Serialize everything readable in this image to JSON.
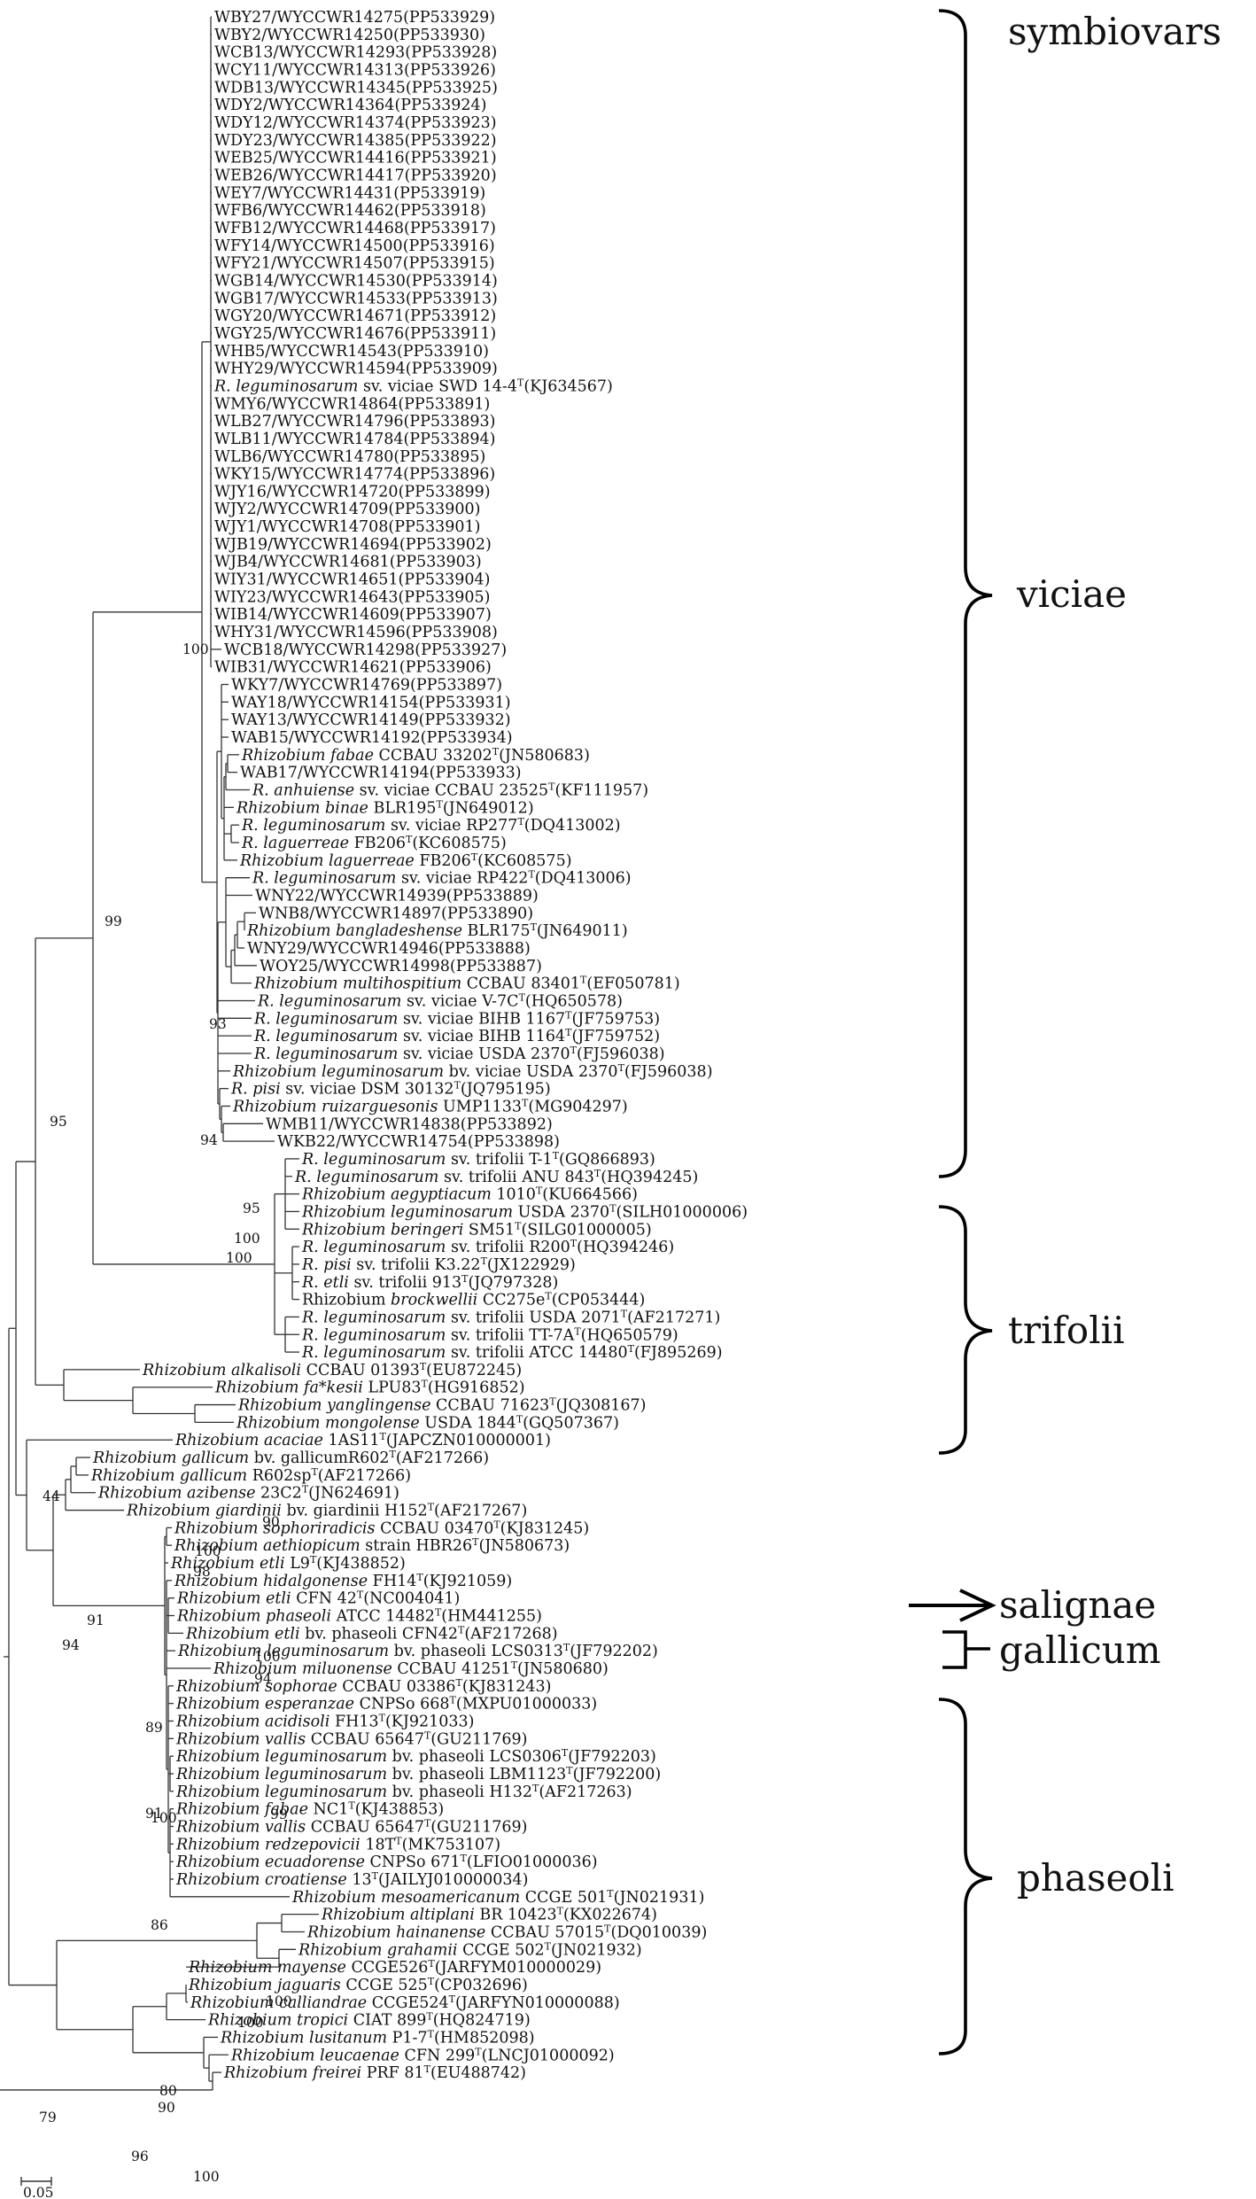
{
  "taxa": [
    [
      [
        "",
        "WBY27/WYCCWR14275(PP533929)"
      ]
    ],
    [
      [
        "",
        "WBY2/WYCCWR14250(PP533930)"
      ]
    ],
    [
      [
        "",
        "WCB13/WYCCWR14293(PP533928)"
      ]
    ],
    [
      [
        "",
        "WCY11/WYCCWR14313(PP533926)"
      ]
    ],
    [
      [
        "",
        "WDB13/WYCCWR14345(PP533925)"
      ]
    ],
    [
      [
        "",
        "WDY2/WYCCWR14364(PP533924)"
      ]
    ],
    [
      [
        "",
        "WDY12/WYCCWR14374(PP533923)"
      ]
    ],
    [
      [
        "",
        "WDY23/WYCCWR14385(PP533922)"
      ]
    ],
    [
      [
        "",
        "WEB25/WYCCWR14416(PP533921)"
      ]
    ],
    [
      [
        "",
        "WEB26/WYCCWR14417(PP533920)"
      ]
    ],
    [
      [
        "",
        "WEY7/WYCCWR14431(PP533919)"
      ]
    ],
    [
      [
        "",
        "WFB6/WYCCWR14462(PP533918)"
      ]
    ],
    [
      [
        "",
        "WFB12/WYCCWR14468(PP533917)"
      ]
    ],
    [
      [
        "",
        "WFY14/WYCCWR14500(PP533916)"
      ]
    ],
    [
      [
        "",
        "WFY21/WYCCWR14507(PP533915)"
      ]
    ],
    [
      [
        "",
        "WGB14/WYCCWR14530(PP533914)"
      ]
    ],
    [
      [
        "",
        "WGB17/WYCCWR14533(PP533913)"
      ]
    ],
    [
      [
        "",
        "WGY20/WYCCWR14671(PP533912)"
      ]
    ],
    [
      [
        "",
        "WGY25/WYCCWR14676(PP533911)"
      ]
    ],
    [
      [
        "",
        "WHB5/WYCCWR14543(PP533910)"
      ]
    ],
    [
      [
        "",
        "WHY29/WYCCWR14594(PP533909)"
      ]
    ],
    [
      [
        "i",
        "R. leguminosarum"
      ],
      [
        "",
        " sv. viciae SWD 14-4"
      ],
      [
        "s",
        "T"
      ],
      [
        "",
        "(KJ634567)"
      ]
    ],
    [
      [
        "",
        "WMY6/WYCCWR14864(PP533891)"
      ]
    ],
    [
      [
        "",
        "WLB27/WYCCWR14796(PP533893)"
      ]
    ],
    [
      [
        "",
        "WLB11/WYCCWR14784(PP533894)"
      ]
    ],
    [
      [
        "",
        "WLB6/WYCCWR14780(PP533895)"
      ]
    ],
    [
      [
        "",
        "WKY15/WYCCWR14774(PP533896)"
      ]
    ],
    [
      [
        "",
        "WJY16/WYCCWR14720(PP533899)"
      ]
    ],
    [
      [
        "",
        "WJY2/WYCCWR14709(PP533900)"
      ]
    ],
    [
      [
        "",
        "WJY1/WYCCWR14708(PP533901)"
      ]
    ],
    [
      [
        "",
        "WJB19/WYCCWR14694(PP533902)"
      ]
    ],
    [
      [
        "",
        "WJB4/WYCCWR14681(PP533903)"
      ]
    ],
    [
      [
        "",
        "WIY31/WYCCWR14651(PP533904)"
      ]
    ],
    [
      [
        "",
        "WIY23/WYCCWR14643(PP533905)"
      ]
    ],
    [
      [
        "",
        "WIB14/WYCCWR14609(PP533907)"
      ]
    ],
    [
      [
        "",
        "WHY31/WYCCWR14596(PP533908)"
      ]
    ],
    [
      [
        "",
        "WCB18/WYCCWR14298(PP533927)"
      ]
    ],
    [
      [
        "",
        "WIB31/WYCCWR14621(PP533906)"
      ]
    ],
    [
      [
        "",
        "WKY7/WYCCWR14769(PP533897)"
      ]
    ],
    [
      [
        "",
        "WAY18/WYCCWR14154(PP533931)"
      ]
    ],
    [
      [
        "",
        "WAY13/WYCCWR14149(PP533932)"
      ]
    ],
    [
      [
        "",
        "WAB15/WYCCWR14192(PP533934)"
      ]
    ],
    [
      [
        "i",
        "Rhizobium fabae"
      ],
      [
        "",
        " CCBAU 33202"
      ],
      [
        "s",
        "T"
      ],
      [
        "",
        "(JN580683)"
      ]
    ],
    [
      [
        "",
        "WAB17/WYCCWR14194(PP533933)"
      ]
    ],
    [
      [
        "i",
        "R. anhuiense"
      ],
      [
        "",
        " sv. viciae CCBAU 23525"
      ],
      [
        "s",
        "T"
      ],
      [
        "",
        "(KF111957)"
      ]
    ],
    [
      [
        "i",
        "Rhizobium binae"
      ],
      [
        "",
        " BLR195"
      ],
      [
        "s",
        "T"
      ],
      [
        "",
        "(JN649012)"
      ]
    ],
    [
      [
        "i",
        "R. leguminosarum"
      ],
      [
        "",
        " sv. viciae RP277"
      ],
      [
        "s",
        "T"
      ],
      [
        "",
        "(DQ413002)"
      ]
    ],
    [
      [
        "i",
        "R. laguerreae"
      ],
      [
        "",
        " FB206"
      ],
      [
        "s",
        "T"
      ],
      [
        "",
        "(KC608575)"
      ]
    ],
    [
      [
        "i",
        "Rhizobium laguerreae"
      ],
      [
        "",
        " FB206"
      ],
      [
        "s",
        "T"
      ],
      [
        "",
        "(KC608575)"
      ]
    ],
    [
      [
        "i",
        "R. leguminosarum"
      ],
      [
        "",
        " sv. viciae RP422"
      ],
      [
        "s",
        "T"
      ],
      [
        "",
        "(DQ413006)"
      ]
    ],
    [
      [
        "",
        "WNY22/WYCCWR14939(PP533889)"
      ]
    ],
    [
      [
        "",
        "WNB8/WYCCWR14897(PP533890)"
      ]
    ],
    [
      [
        "i",
        "Rhizobium bangladeshense"
      ],
      [
        "",
        " BLR175"
      ],
      [
        "s",
        "T"
      ],
      [
        "",
        "(JN649011)"
      ]
    ],
    [
      [
        "",
        "WNY29/WYCCWR14946(PP533888)"
      ]
    ],
    [
      [
        "",
        "WOY25/WYCCWR14998(PP533887)"
      ]
    ],
    [
      [
        "i",
        "Rhizobium multihospitium"
      ],
      [
        "",
        " CCBAU 83401"
      ],
      [
        "s",
        "T"
      ],
      [
        "",
        "(EF050781)"
      ]
    ],
    [
      [
        "i",
        "R. leguminosarum"
      ],
      [
        "",
        " sv. viciae V-7C"
      ],
      [
        "s",
        "T"
      ],
      [
        "",
        "(HQ650578)"
      ]
    ],
    [
      [
        "i",
        "R. leguminosarum"
      ],
      [
        "",
        " sv. viciae BIHB 1167"
      ],
      [
        "s",
        "T"
      ],
      [
        "",
        "(JF759753)"
      ]
    ],
    [
      [
        "i",
        "R. leguminosarum"
      ],
      [
        "",
        " sv. viciae BIHB 1164"
      ],
      [
        "s",
        "T"
      ],
      [
        "",
        "(JF759752)"
      ]
    ],
    [
      [
        "i",
        "R. leguminosarum"
      ],
      [
        "",
        " sv. viciae USDA 2370"
      ],
      [
        "s",
        "T"
      ],
      [
        "",
        "(FJ596038)"
      ]
    ],
    [
      [
        "i",
        "Rhizobium leguminosarum"
      ],
      [
        "",
        " bv. viciae USDA 2370"
      ],
      [
        "s",
        "T"
      ],
      [
        "",
        "(FJ596038)"
      ]
    ],
    [
      [
        "i",
        "R. pisi"
      ],
      [
        "",
        " sv. viciae DSM 30132"
      ],
      [
        "s",
        "T"
      ],
      [
        "",
        "(JQ795195)"
      ]
    ],
    [
      [
        "i",
        "Rhizobium ruizarguesonis"
      ],
      [
        "",
        " UMP1133"
      ],
      [
        "s",
        "T"
      ],
      [
        "",
        "(MG904297)"
      ]
    ],
    [
      [
        "",
        "WMB11/WYCCWR14838(PP533892)"
      ]
    ],
    [
      [
        "",
        "WKB22/WYCCWR14754(PP533898)"
      ]
    ],
    [
      [
        "i",
        "R. leguminosarum"
      ],
      [
        "",
        " sv. trifolii T-1"
      ],
      [
        "s",
        "T"
      ],
      [
        "",
        "(GQ866893)"
      ]
    ],
    [
      [
        "i",
        "R. leguminosarum"
      ],
      [
        "",
        " sv. trifolii ANU 843"
      ],
      [
        "s",
        "T"
      ],
      [
        "",
        "(HQ394245)"
      ]
    ],
    [
      [
        "i",
        "Rhizobium aegyptiacum"
      ],
      [
        "",
        " 1010"
      ],
      [
        "s",
        "T"
      ],
      [
        "",
        "(KU664566)"
      ]
    ],
    [
      [
        "i",
        "Rhizobium leguminosarum"
      ],
      [
        "",
        " USDA 2370"
      ],
      [
        "s",
        "T"
      ],
      [
        "",
        "(SILH01000006)"
      ]
    ],
    [
      [
        "i",
        "Rhizobium beringeri"
      ],
      [
        "",
        " SM51"
      ],
      [
        "s",
        "T"
      ],
      [
        "",
        "(SILG01000005)"
      ]
    ],
    [
      [
        "i",
        "R. leguminosarum"
      ],
      [
        "",
        " sv. trifolii R200"
      ],
      [
        "s",
        "T"
      ],
      [
        "",
        "(HQ394246)"
      ]
    ],
    [
      [
        "i",
        "R. pisi"
      ],
      [
        "",
        " sv. trifolii K3.22"
      ],
      [
        "s",
        "T"
      ],
      [
        "",
        "(JX122929)"
      ]
    ],
    [
      [
        "i",
        "R. etli"
      ],
      [
        "",
        " sv. trifolii 913"
      ],
      [
        "s",
        "T"
      ],
      [
        "",
        "(JQ797328)"
      ]
    ],
    [
      [
        "",
        "Rhizobium "
      ],
      [
        "i",
        "brockwellii"
      ],
      [
        "",
        " CC275e"
      ],
      [
        "s",
        "T"
      ],
      [
        "",
        "(CP053444)"
      ]
    ],
    [
      [
        "i",
        "R. leguminosarum"
      ],
      [
        "",
        " sv. trifolii USDA 2071"
      ],
      [
        "s",
        "T"
      ],
      [
        "",
        "(AF217271)"
      ]
    ],
    [
      [
        "i",
        "R. leguminosarum"
      ],
      [
        "",
        " sv. trifolii TT-7A"
      ],
      [
        "s",
        "T"
      ],
      [
        "",
        "(HQ650579)"
      ]
    ],
    [
      [
        "i",
        "R. leguminosarum"
      ],
      [
        "",
        " sv. trifolii ATCC 14480"
      ],
      [
        "s",
        "T"
      ],
      [
        "",
        "(FJ895269)"
      ]
    ],
    [
      [
        "i",
        "Rhizobium alkalisoli"
      ],
      [
        "",
        " CCBAU 01393"
      ],
      [
        "s",
        "T"
      ],
      [
        "",
        "(EU872245)"
      ]
    ],
    [
      [
        "i",
        "Rhizobium fa*kesii"
      ],
      [
        "",
        " LPU83"
      ],
      [
        "s",
        "T"
      ],
      [
        "",
        "(HG916852)"
      ]
    ],
    [
      [
        "i",
        "Rhizobium yanglingense"
      ],
      [
        "",
        " CCBAU 71623"
      ],
      [
        "s",
        "T"
      ],
      [
        "",
        "(JQ308167)"
      ]
    ],
    [
      [
        "i",
        "Rhizobium mongolense"
      ],
      [
        "",
        " USDA 1844"
      ],
      [
        "s",
        "T"
      ],
      [
        "",
        "(GQ507367)"
      ]
    ],
    [
      [
        "i",
        "Rhizobium acaciae"
      ],
      [
        "",
        " 1AS11"
      ],
      [
        "s",
        "T"
      ],
      [
        "",
        "(JAPCZN010000001)"
      ]
    ],
    [
      [
        "i",
        "Rhizobium gallicum"
      ],
      [
        "",
        " bv. gallicumR602"
      ],
      [
        "s",
        "T"
      ],
      [
        "",
        "(AF217266)"
      ]
    ],
    [
      [
        "i",
        "Rhizobium gallicum"
      ],
      [
        "",
        " R602sp"
      ],
      [
        "s",
        "T"
      ],
      [
        "",
        "(AF217266)"
      ]
    ],
    [
      [
        "i",
        "Rhizobium azibense"
      ],
      [
        "",
        " 23C2"
      ],
      [
        "s",
        "T"
      ],
      [
        "",
        "(JN624691)"
      ]
    ],
    [
      [
        "i",
        "Rhizobium giardinii"
      ],
      [
        "",
        " bv. giardinii H152"
      ],
      [
        "s",
        "T"
      ],
      [
        "",
        "(AF217267)"
      ]
    ],
    [
      [
        "i",
        "Rhizobium sophoriradicis"
      ],
      [
        "",
        " CCBAU 03470"
      ],
      [
        "s",
        "T"
      ],
      [
        "",
        "(KJ831245)"
      ]
    ],
    [
      [
        "i",
        "Rhizobium aethiopicum"
      ],
      [
        "",
        " strain HBR26"
      ],
      [
        "s",
        "T"
      ],
      [
        "",
        "(JN580673)"
      ]
    ],
    [
      [
        "i",
        "Rhizobium etli"
      ],
      [
        "",
        " L9"
      ],
      [
        "s",
        "T"
      ],
      [
        "",
        "(KJ438852)"
      ]
    ],
    [
      [
        "i",
        "Rhizobium hidalgonense"
      ],
      [
        "",
        " FH14"
      ],
      [
        "s",
        "T"
      ],
      [
        "",
        "(KJ921059)"
      ]
    ],
    [
      [
        "i",
        "Rhizobium etli"
      ],
      [
        "",
        " CFN 42"
      ],
      [
        "s",
        "T"
      ],
      [
        "",
        "(NC004041)"
      ]
    ],
    [
      [
        "i",
        "Rhizobium phaseoli"
      ],
      [
        "",
        " ATCC 14482"
      ],
      [
        "s",
        "T"
      ],
      [
        "",
        "(HM441255)"
      ]
    ],
    [
      [
        "i",
        "Rhizobium etli"
      ],
      [
        "",
        " bv. phaseoli CFN42"
      ],
      [
        "s",
        "T"
      ],
      [
        "",
        "(AF217268)"
      ]
    ],
    [
      [
        "i",
        "Rhizobium leguminosarum"
      ],
      [
        "",
        " bv. phaseoli LCS0313"
      ],
      [
        "s",
        "T"
      ],
      [
        "",
        "(JF792202)"
      ]
    ],
    [
      [
        "i",
        "Rhizobium miluonense"
      ],
      [
        "",
        " CCBAU 41251"
      ],
      [
        "s",
        "T"
      ],
      [
        "",
        "(JN580680)"
      ]
    ],
    [
      [
        "i",
        "Rhizobium sophorae"
      ],
      [
        "",
        " CCBAU 03386"
      ],
      [
        "s",
        "T"
      ],
      [
        "",
        "(KJ831243)"
      ]
    ],
    [
      [
        "i",
        "Rhizobium esperanzae"
      ],
      [
        "",
        " CNPSo 668"
      ],
      [
        "s",
        "T"
      ],
      [
        "",
        "(MXPU01000033)"
      ]
    ],
    [
      [
        "i",
        "Rhizobium acidisoli"
      ],
      [
        "",
        " FH13"
      ],
      [
        "s",
        "T"
      ],
      [
        "",
        "(KJ921033)"
      ]
    ],
    [
      [
        "i",
        "Rhizobium vallis"
      ],
      [
        "",
        " CCBAU 65647"
      ],
      [
        "s",
        "T"
      ],
      [
        "",
        "(GU211769)"
      ]
    ],
    [
      [
        "i",
        "Rhizobium leguminosarum"
      ],
      [
        "",
        " bv. phaseoli LCS0306"
      ],
      [
        "s",
        "T"
      ],
      [
        "",
        "(JF792203)"
      ]
    ],
    [
      [
        "i",
        "Rhizobium leguminosarum"
      ],
      [
        "",
        " bv. phaseoli LBM1123"
      ],
      [
        "s",
        "T"
      ],
      [
        "",
        "(JF792200)"
      ]
    ],
    [
      [
        "i",
        "Rhizobium leguminosarum"
      ],
      [
        "",
        " bv. phaseoli H132"
      ],
      [
        "s",
        "T"
      ],
      [
        "",
        "(AF217263)"
      ]
    ],
    [
      [
        "i",
        "Rhizobium fabae"
      ],
      [
        "",
        " NC1"
      ],
      [
        "s",
        "T"
      ],
      [
        "",
        "(KJ438853)"
      ]
    ],
    [
      [
        "i",
        "Rhizobium vallis"
      ],
      [
        "",
        " CCBAU 65647"
      ],
      [
        "s",
        "T"
      ],
      [
        "",
        "(GU211769)"
      ]
    ],
    [
      [
        "i",
        "Rhizobium redzepovicii"
      ],
      [
        "",
        " 18T"
      ],
      [
        "s",
        "T"
      ],
      [
        "",
        "(MK753107)"
      ]
    ],
    [
      [
        "i",
        "Rhizobium ecuadorense"
      ],
      [
        "",
        " CNPSo 671"
      ],
      [
        "s",
        "T"
      ],
      [
        "",
        "(LFIO01000036)"
      ]
    ],
    [
      [
        "i",
        "Rhizobium croatiense"
      ],
      [
        "",
        " 13"
      ],
      [
        "s",
        "T"
      ],
      [
        "",
        "(JAILYJ010000034)"
      ]
    ],
    [
      [
        "i",
        "Rhizobium mesoamericanum"
      ],
      [
        "",
        " CCGE 501"
      ],
      [
        "s",
        "T"
      ],
      [
        "",
        "(JN021931)"
      ]
    ],
    [
      [
        "i",
        "Rhizobium altiplani"
      ],
      [
        "",
        " BR 10423"
      ],
      [
        "s",
        "T"
      ],
      [
        "",
        "(KX022674)"
      ]
    ],
    [
      [
        "i",
        "Rhizobium hainanense"
      ],
      [
        "",
        " CCBAU 57015"
      ],
      [
        "s",
        "T"
      ],
      [
        "",
        "(DQ010039)"
      ]
    ],
    [
      [
        "i",
        "Rhizobium grahamii"
      ],
      [
        "",
        " CCGE 502"
      ],
      [
        "s",
        "T"
      ],
      [
        "",
        "(JN021932)"
      ]
    ],
    [
      [
        "i",
        "Rhizobium mayense"
      ],
      [
        "",
        " CCGE526"
      ],
      [
        "s",
        "T"
      ],
      [
        "",
        "(JARFYM010000029)"
      ]
    ],
    [
      [
        "i",
        "Rhizobium jaguaris"
      ],
      [
        "",
        " CCGE 525"
      ],
      [
        "s",
        "T"
      ],
      [
        "",
        "(CP032696)"
      ]
    ],
    [
      [
        "i",
        "Rhizobium calliandrae"
      ],
      [
        "",
        " CCGE524"
      ],
      [
        "s",
        "T"
      ],
      [
        "",
        "(JARFYN010000088)"
      ]
    ],
    [
      [
        "i",
        "Rhizobium tropici"
      ],
      [
        "",
        " CIAT 899"
      ],
      [
        "s",
        "T"
      ],
      [
        "",
        "(HQ824719)"
      ]
    ],
    [
      [
        "i",
        "Rhizobium lusitanum"
      ],
      [
        "",
        " P1-7"
      ],
      [
        "s",
        "T"
      ],
      [
        "",
        "(HM852098)"
      ]
    ],
    [
      [
        "i",
        "Rhizobium leucaenae"
      ],
      [
        "",
        " CFN 299"
      ],
      [
        "s",
        "T"
      ],
      [
        "",
        "(LNCJ01000092)"
      ]
    ],
    [
      [
        "i",
        "Rhizobium freirei"
      ],
      [
        "",
        " PRF 81"
      ],
      [
        "s",
        "T"
      ],
      [
        "",
        "(EU488742)"
      ]
    ]
  ],
  "bootstraps": [
    "100",
    "99",
    "95",
    "93",
    "94",
    "95",
    "100",
    "100",
    "90",
    "100",
    "94",
    "99",
    "44",
    "100",
    "98",
    "91",
    "94",
    "89",
    "91",
    "100",
    "86",
    "100",
    "100",
    "79",
    "80",
    "90",
    "96",
    "100"
  ],
  "groups": [
    {
      "label": "symbiovars"
    },
    {
      "label": "viciae"
    },
    {
      "label": "trifolii"
    },
    {
      "label": "salignae"
    },
    {
      "label": "gallicum"
    },
    {
      "label": "phaseoli"
    }
  ],
  "scale": {
    "label": "0.05"
  }
}
